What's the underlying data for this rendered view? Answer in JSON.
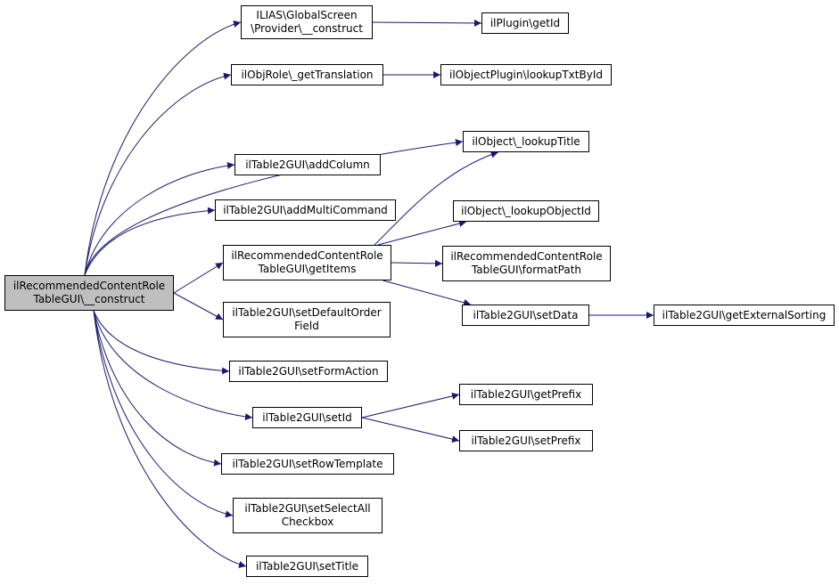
{
  "colors": {
    "edge": "#191970",
    "root_fill": "#bfbfbf",
    "node_fill": "#ffffff",
    "border": "#000000"
  },
  "root": {
    "label": "ilRecommendedContentRole\nTableGUI\\__construct"
  },
  "nodes": {
    "global_screen_construct": "ILIAS\\GlobalScreen\n\\Provider\\__construct",
    "plugin_getid": "ilPlugin\\getId",
    "objrole_gettranslation": "ilObjRole\\_getTranslation",
    "objectplugin_lookuptxtbyid": "ilObjectPlugin\\lookupTxtById",
    "object_lookuptitle": "ilObject\\_lookupTitle",
    "addcolumn": "ilTable2GUI\\addColumn",
    "addmulticommand": "ilTable2GUI\\addMultiCommand",
    "object_lookupobjectid": "ilObject\\_lookupObjectId",
    "getitems": "ilRecommendedContentRole\nTableGUI\\getItems",
    "formatpath": "ilRecommendedContentRole\nTableGUI\\formatPath",
    "setdata": "ilTable2GUI\\setData",
    "getexternalsorting": "ilTable2GUI\\getExternalSorting",
    "setdefaultorderfield": "ilTable2GUI\\setDefaultOrder\nField",
    "setformaction": "ilTable2GUI\\setFormAction",
    "getprefix": "ilTable2GUI\\getPrefix",
    "setid": "ilTable2GUI\\setId",
    "setprefix": "ilTable2GUI\\setPrefix",
    "setrowtemplate": "ilTable2GUI\\setRowTemplate",
    "setselectallcheckbox": "ilTable2GUI\\setSelectAll\nCheckbox",
    "settitle": "ilTable2GUI\\setTitle"
  },
  "edges": [
    [
      "root",
      "global_screen_construct"
    ],
    [
      "root",
      "objrole_gettranslation"
    ],
    [
      "root",
      "object_lookuptitle"
    ],
    [
      "root",
      "addcolumn"
    ],
    [
      "root",
      "addmulticommand"
    ],
    [
      "root",
      "getitems"
    ],
    [
      "root",
      "setdefaultorderfield"
    ],
    [
      "root",
      "setformaction"
    ],
    [
      "root",
      "setid"
    ],
    [
      "root",
      "setrowtemplate"
    ],
    [
      "root",
      "setselectallcheckbox"
    ],
    [
      "root",
      "settitle"
    ],
    [
      "global_screen_construct",
      "plugin_getid"
    ],
    [
      "objrole_gettranslation",
      "objectplugin_lookuptxtbyid"
    ],
    [
      "getitems",
      "object_lookuptitle"
    ],
    [
      "getitems",
      "object_lookupobjectid"
    ],
    [
      "getitems",
      "formatpath"
    ],
    [
      "getitems",
      "setdata"
    ],
    [
      "setdata",
      "getexternalsorting"
    ],
    [
      "setid",
      "getprefix"
    ],
    [
      "setid",
      "setprefix"
    ]
  ]
}
